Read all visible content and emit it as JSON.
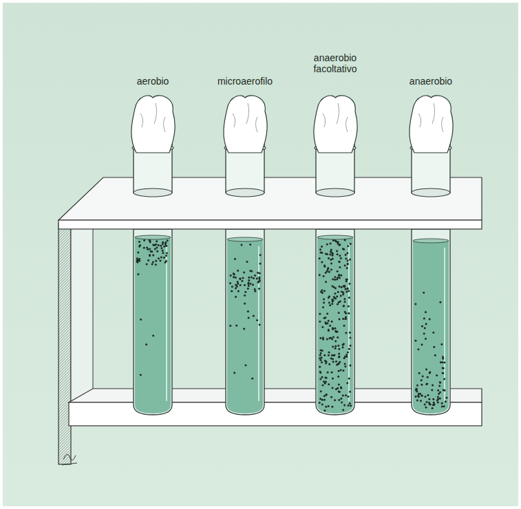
{
  "diagram": {
    "labels": [
      "aerobio",
      "microaerofilo",
      "anaerobio facoltativo",
      "anaerobio"
    ]
  }
}
